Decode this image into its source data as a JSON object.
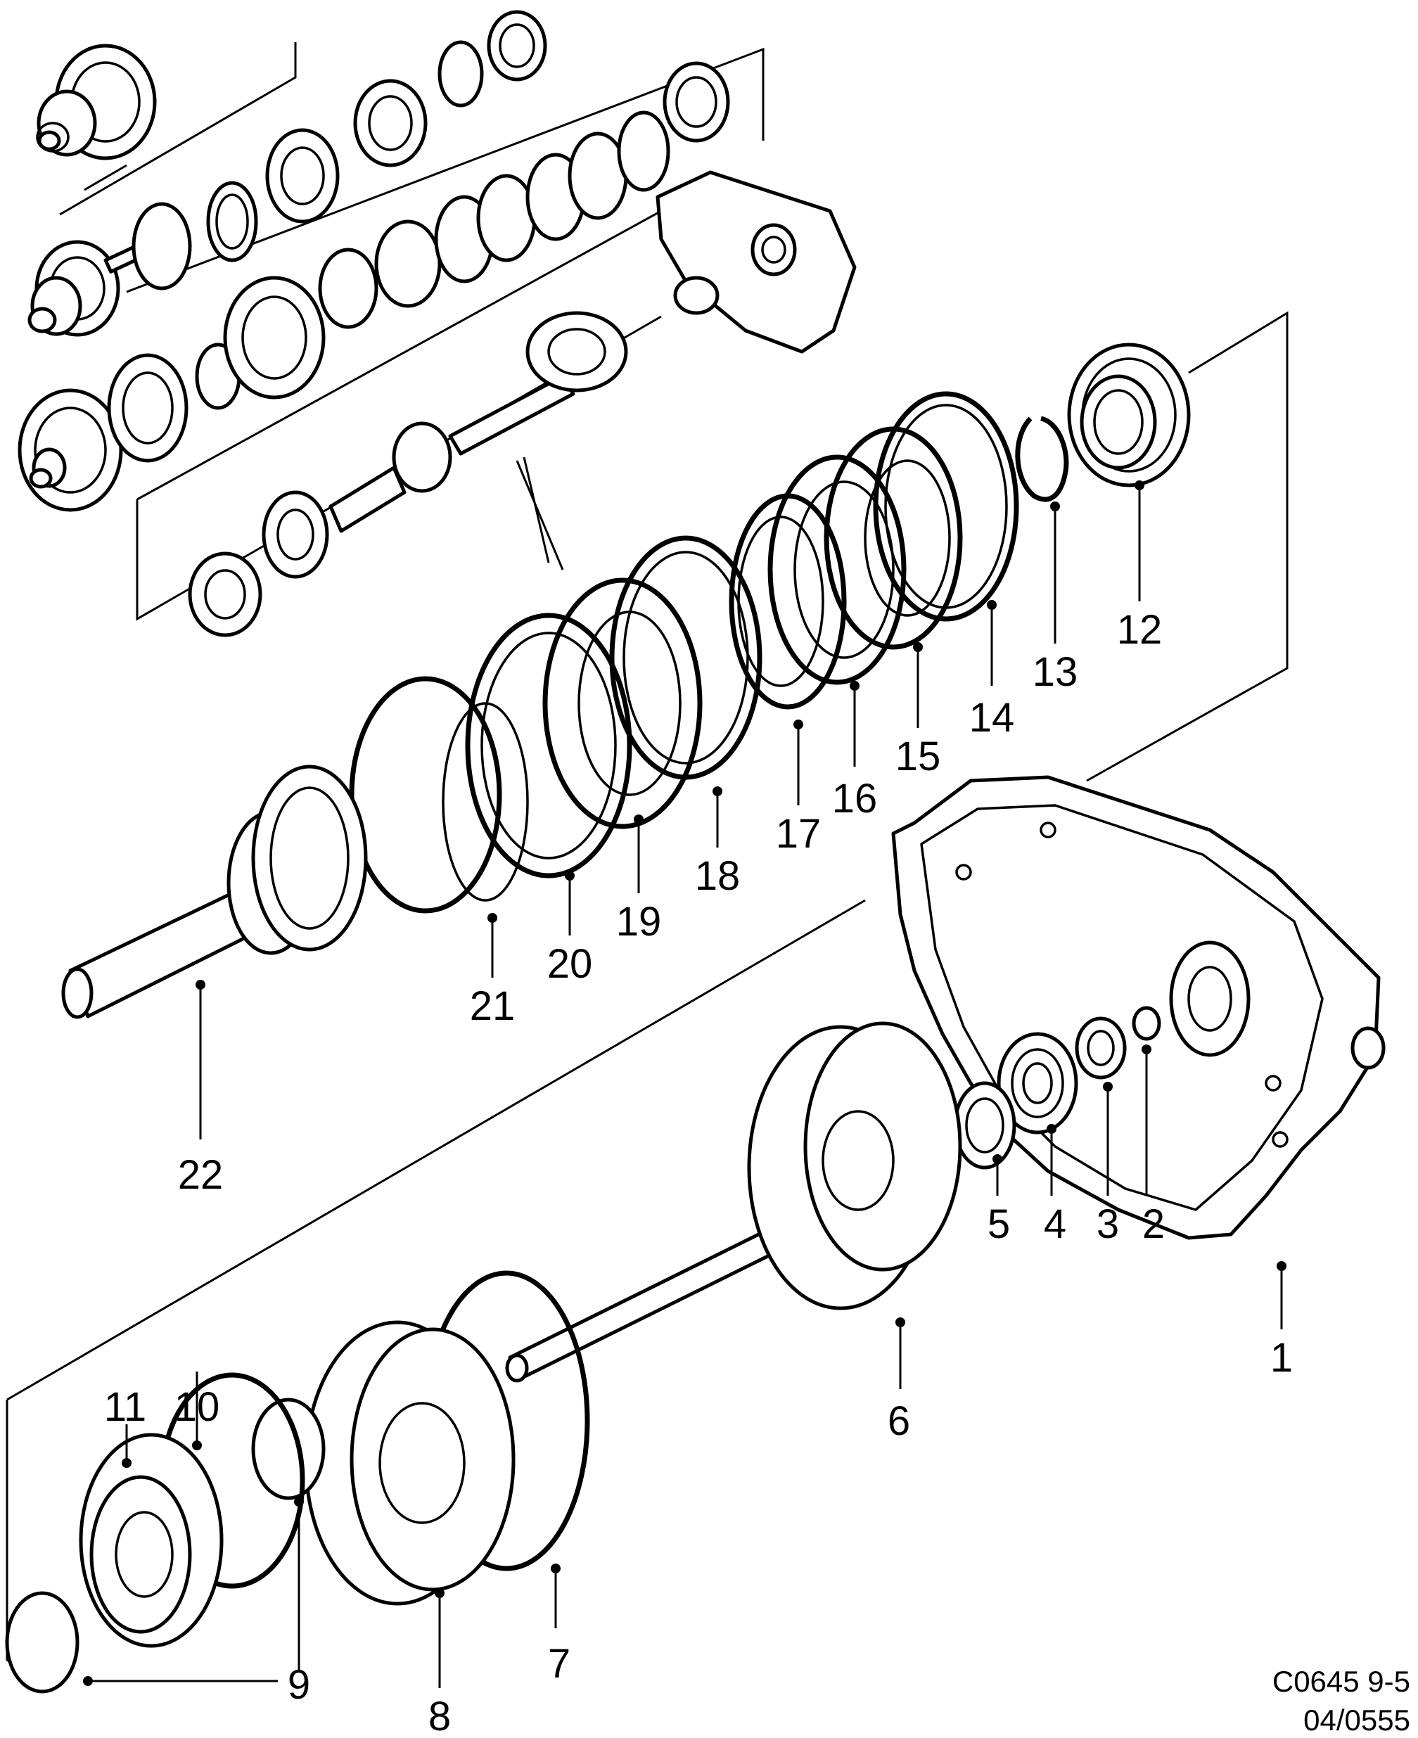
{
  "labels": [
    "1",
    "2",
    "3",
    "4",
    "5",
    "6",
    "7",
    "8",
    "9",
    "10",
    "11",
    "12",
    "13",
    "14",
    "15",
    "16",
    "17",
    "18",
    "19",
    "20",
    "21",
    "22"
  ],
  "reference": {
    "code": "C0645 9-5",
    "date": "04/0555"
  }
}
